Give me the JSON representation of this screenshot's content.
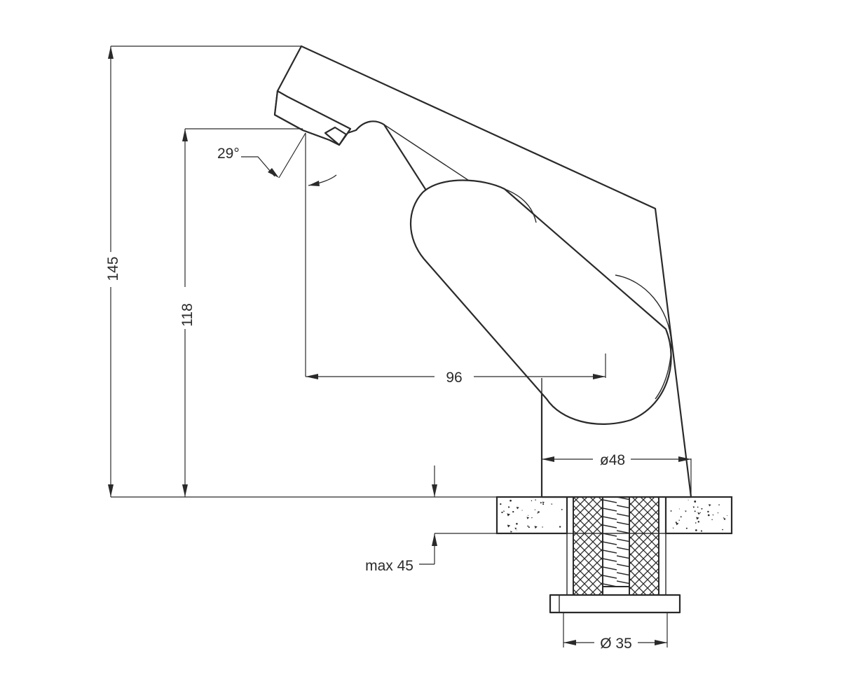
{
  "dimensions": {
    "total_height": "145",
    "spout_height": "118",
    "spout_reach": "96",
    "spout_angle": "29°",
    "body_diameter": "ø48",
    "max_counter_thickness": "max 45",
    "mounting_hole_diameter": "Ø 35"
  },
  "colors": {
    "line": "#2a2a2a",
    "background": "#ffffff"
  }
}
